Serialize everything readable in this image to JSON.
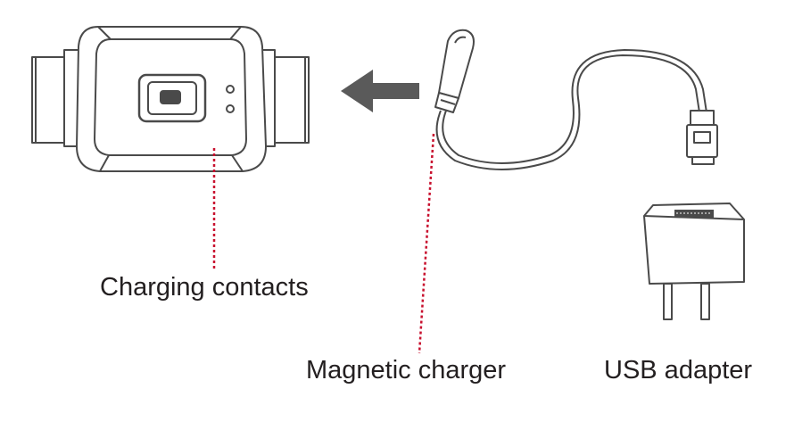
{
  "labels": {
    "charging_contacts": "Charging contacts",
    "magnetic_charger": "Magnetic charger",
    "usb_adapter": "USB adapter"
  },
  "colors": {
    "line": "#4a4a4a",
    "leader": "#c8102e",
    "text": "#231f20",
    "arrow": "#5a5a5a"
  },
  "icons": {
    "device": "tracker-device",
    "arrow": "left-arrow-icon",
    "charger": "magnetic-charger-plug",
    "adapter": "usb-wall-adapter"
  }
}
